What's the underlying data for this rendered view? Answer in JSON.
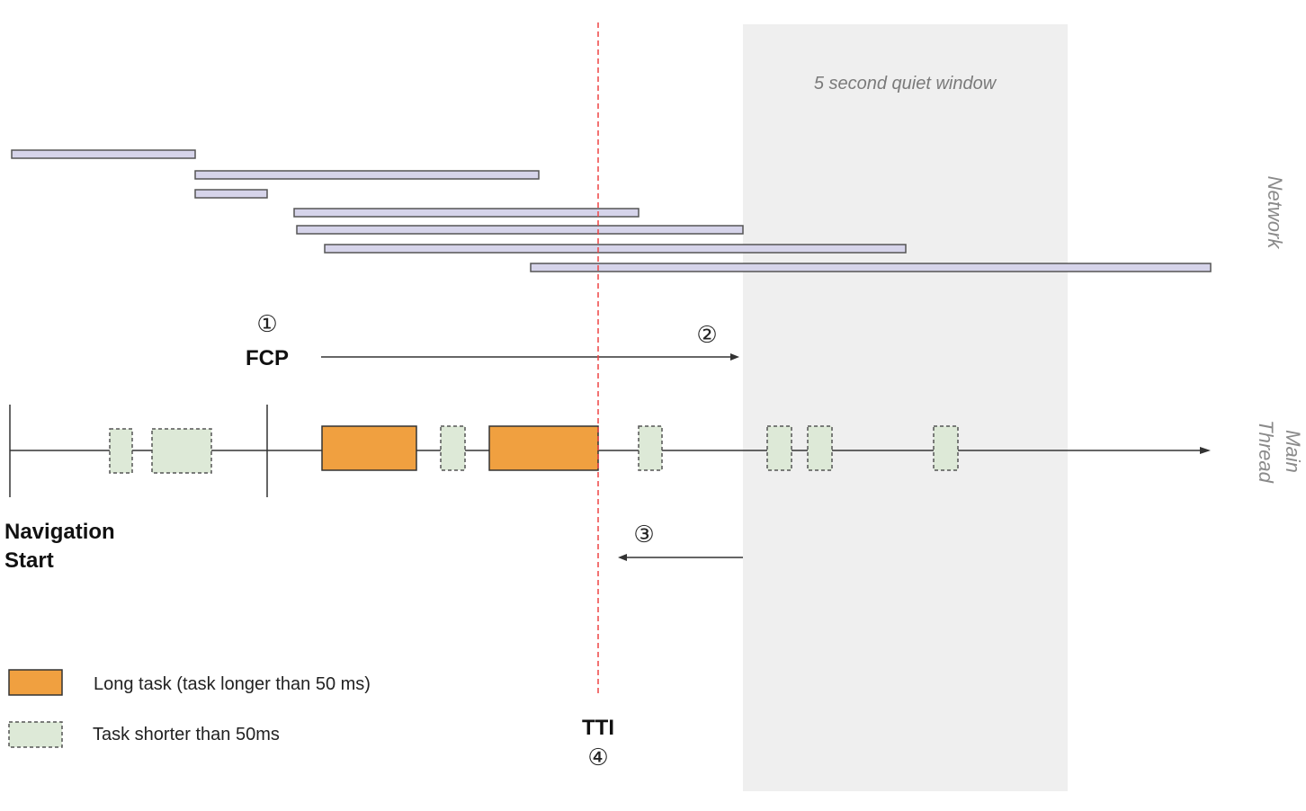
{
  "colors": {
    "quiet_window": "#efefef",
    "network_bar_fill": "#d6d4ea",
    "network_bar_stroke": "#555555",
    "long_task": "#f0a040",
    "short_task": "#dde9d7",
    "tti_line": "#ee4444",
    "axis": "#333333"
  },
  "quiet_window": {
    "label": "5 second quiet window"
  },
  "network": {
    "label": "Network"
  },
  "main_thread": {
    "label_line1": "Main",
    "label_line2": "Thread"
  },
  "fcp": {
    "label": "FCP",
    "marker": "①"
  },
  "markers": {
    "step2": "②",
    "step3": "③"
  },
  "navigation_start": {
    "line1": "Navigation",
    "line2": "Start"
  },
  "tti": {
    "label": "TTI",
    "marker": "④"
  },
  "legend": {
    "long_task": "Long task (task longer than 50 ms)",
    "short_task": "Task shorter than 50ms"
  }
}
